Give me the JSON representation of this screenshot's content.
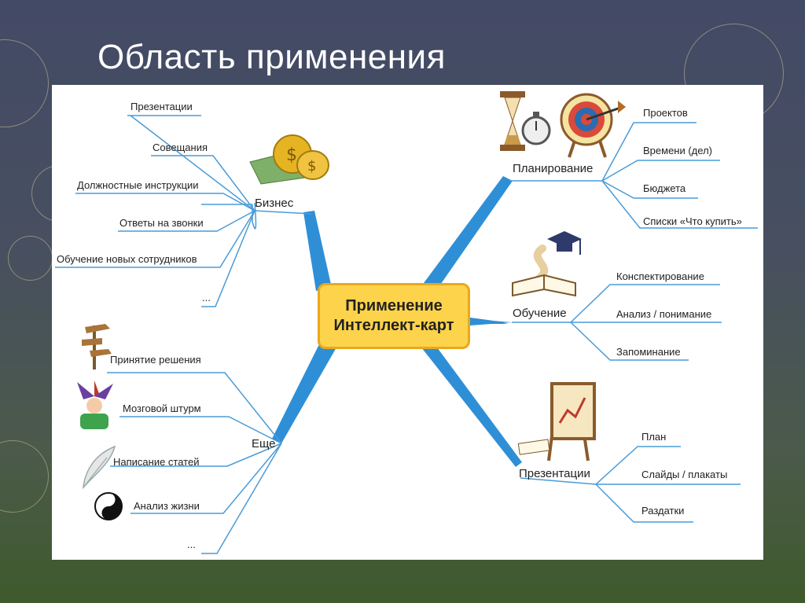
{
  "title": "Область применения",
  "center": {
    "line1": "Применение",
    "line2": "Интеллект-карт"
  },
  "branches": {
    "business": {
      "label": "Бизнес",
      "items": [
        "Презентации",
        "Совещания",
        "Должностные инструкции",
        "Ответы на звонки",
        "Обучение новых сотрудников",
        "..."
      ]
    },
    "more": {
      "label": "Еще",
      "items": [
        "Принятие решения",
        "Мозговой штурм",
        "Написание статей",
        "Анализ жизни",
        "..."
      ]
    },
    "planning": {
      "label": "Планирование",
      "items": [
        "Проектов",
        "Времени (дел)",
        "Бюджета",
        "Списки «Что купить»"
      ]
    },
    "learning": {
      "label": "Обучение",
      "items": [
        "Конспектирование",
        "Анализ / понимание",
        "Запоминание"
      ]
    },
    "presentations": {
      "label": "Презентации",
      "items": [
        "План",
        "Слайды / плакаты",
        "Раздатки"
      ]
    }
  },
  "colors": {
    "branch": "#2f8fd6",
    "leaf_line": "#4a9bd8",
    "center_fill": "#fdd34b",
    "center_border": "#e9a81b"
  },
  "icons": [
    "coins-icon",
    "hourglass-icon",
    "stopwatch-icon",
    "target-icon",
    "graduation-cap-icon",
    "book-icon",
    "easel-icon",
    "signpost-icon",
    "jester-icon",
    "quill-icon",
    "yin-yang-icon"
  ]
}
